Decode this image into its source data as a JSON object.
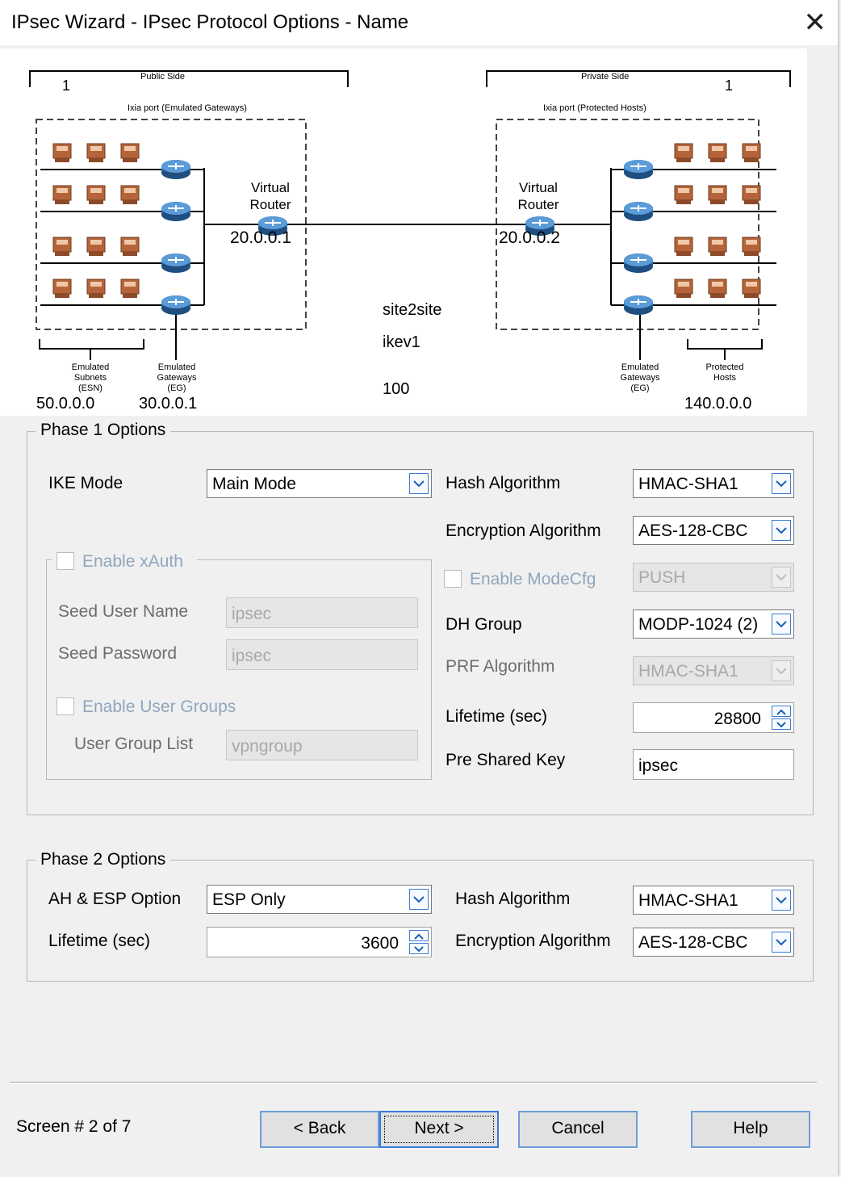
{
  "window": {
    "title": "IPsec Wizard - IPsec Protocol Options - Name",
    "close_icon": "close-icon"
  },
  "diagram": {
    "public_side": "Public Side",
    "private_side": "Private Side",
    "left_count": "1",
    "right_count": "1",
    "left_port": "Ixia port (Emulated Gateways)",
    "right_port": "Ixia port (Protected Hosts)",
    "virtual_router_1": "Virtual",
    "virtual_router_2": "Router",
    "left_ip": "20.0.0.1",
    "right_ip": "20.0.0.2",
    "mode": "site2site",
    "ike_version": "ikev1",
    "tunnel_count": "100",
    "emulated_subnets": "Emulated Subnets (ESN)",
    "emulated_gateways_left": "Emulated Gateways (EG)",
    "emulated_gateways_right": "Emulated Gateways (EG)",
    "protected_hosts": "Protected Hosts",
    "esn_ip": "50.0.0.0",
    "eg_ip": "30.0.0.1",
    "ph_ip": "140.0.0.0"
  },
  "phase1": {
    "legend": "Phase 1 Options",
    "ike_mode_label": "IKE Mode",
    "ike_mode_value": "Main Mode",
    "hash_label": "Hash Algorithm",
    "hash_value": "HMAC-SHA1",
    "enc_label": "Encryption Algorithm",
    "enc_value": "AES-128-CBC",
    "xauth_label": "Enable xAuth",
    "modecfg_label": "Enable ModeCfg",
    "modecfg_value": "PUSH",
    "seed_user_label": "Seed User Name",
    "seed_user_value": "ipsec",
    "seed_pass_label": "Seed Password",
    "seed_pass_value": "ipsec",
    "dh_label": "DH Group",
    "dh_value": "MODP-1024 (2)",
    "prf_label": "PRF Algorithm",
    "prf_value": "HMAC-SHA1",
    "user_groups_label": "Enable User Groups",
    "lifetime_label": "Lifetime (sec)",
    "lifetime_value": "28800",
    "group_list_label": "User Group List",
    "group_list_value": "vpngroup",
    "psk_label": "Pre Shared Key",
    "psk_value": "ipsec"
  },
  "phase2": {
    "legend": "Phase 2 Options",
    "ahesp_label": "AH & ESP Option",
    "ahesp_value": "ESP Only",
    "hash_label": "Hash Algorithm",
    "hash_value": "HMAC-SHA1",
    "lifetime_label": "Lifetime (sec)",
    "lifetime_value": "3600",
    "enc_label": "Encryption Algorithm",
    "enc_value": "AES-128-CBC"
  },
  "footer": {
    "screen": "Screen # 2 of 7",
    "back": "< Back",
    "next": "Next >",
    "cancel": "Cancel",
    "help": "Help"
  }
}
